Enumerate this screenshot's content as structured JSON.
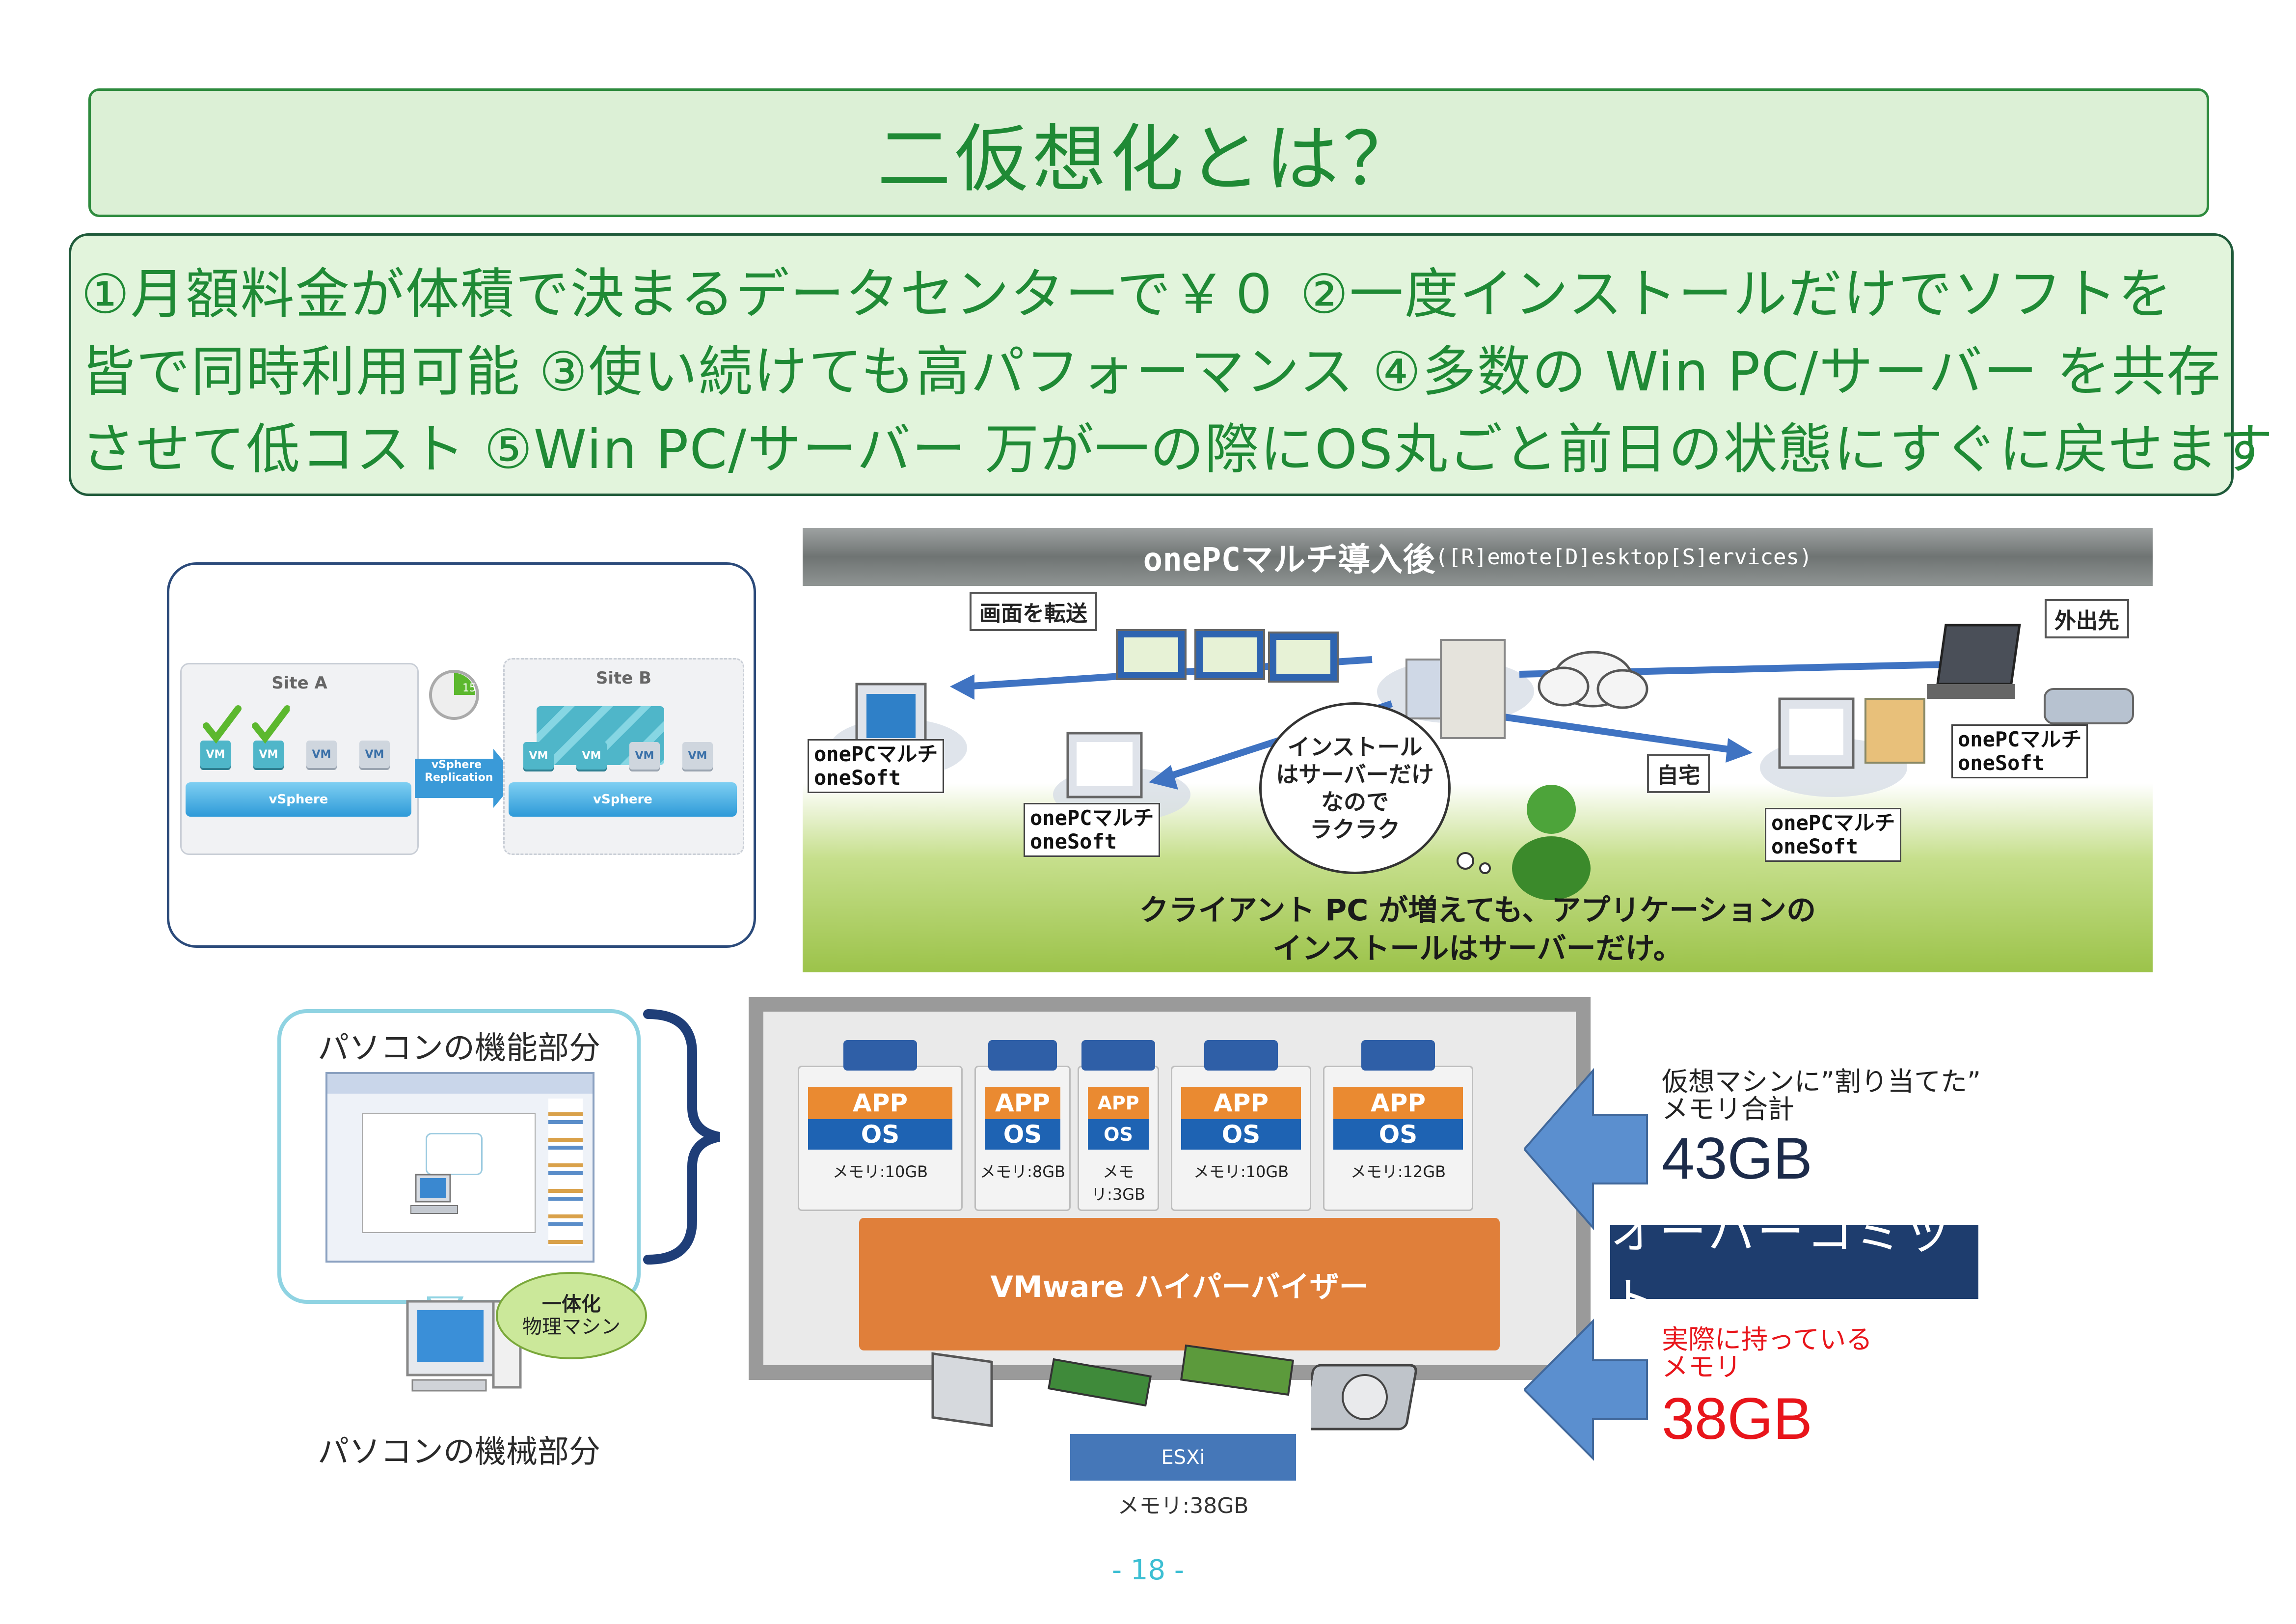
{
  "slide": {
    "title": "二仮想化とは？",
    "summary_lines": [
      "①月額料金が体積で決まるデータセンターで￥０ ②一度インストールだけでソフトを",
      "皆で同時利用可能 ③使い続けても高パフォーマンス ④多数の Win PC/サーバー を共存",
      "させて低コスト ⑤Win PC/サーバー 万が一の際にOS丸ごと前日の状態にすぐに戻せます"
    ],
    "page_number": "- 18 -"
  },
  "site_panel": {
    "site_a": "Site A",
    "site_b": "Site B",
    "vm_label": "VM",
    "vsphere": "vSphere",
    "replication": "vSphere Replication",
    "timer": "15"
  },
  "onepc": {
    "title_main": "onePCマルチ導入後",
    "title_sub": "([R]emote[D]esktop[S]ervices)",
    "tag_transfer": "画面を転送",
    "tag_outside": "外出先",
    "tag_home": "自宅",
    "pc_label_line1": "onePCマルチ",
    "pc_label_line2": "oneSoft",
    "bubble_lines": [
      "インストール",
      "はサーバーだけ",
      "なので",
      "ラクラク"
    ],
    "caption_line1": "クライアント PC が増えても、アプリケーションの",
    "caption_line2": "インストールはサーバーだけ。"
  },
  "pc_diagram": {
    "functional_label": "パソコンの機能部分",
    "mechanical_label": "パソコンの機械部分",
    "badge_line1": "一体化",
    "badge_line2": "物理マシン"
  },
  "vmware": {
    "vms": [
      {
        "app": "APP",
        "os": "OS",
        "mem": "メモリ:10GB"
      },
      {
        "app": "APP",
        "os": "OS",
        "mem": "メモリ:8GB"
      },
      {
        "app": "APP",
        "os": "OS",
        "mem": "メモリ:3GB"
      },
      {
        "app": "APP",
        "os": "OS",
        "mem": "メモリ:10GB"
      },
      {
        "app": "APP",
        "os": "OS",
        "mem": "メモリ:12GB"
      }
    ],
    "hypervisor": "VMware ハイパーバイザー",
    "esxi": "ESXi",
    "esxi_mem": "メモリ:38GB",
    "assigned_label_line1": "仮想マシンに”割り当てた”",
    "assigned_label_line2": "メモリ合計",
    "assigned_value": "43GB",
    "overcommit": "オーバーコミット",
    "actual_label_line1": "実際に持っている",
    "actual_label_line2": "メモリ",
    "actual_value": "38GB",
    "colors": {
      "actual": "#e8151b",
      "assigned": "#1c2b4a",
      "arrow": "#5b8fcf"
    }
  }
}
